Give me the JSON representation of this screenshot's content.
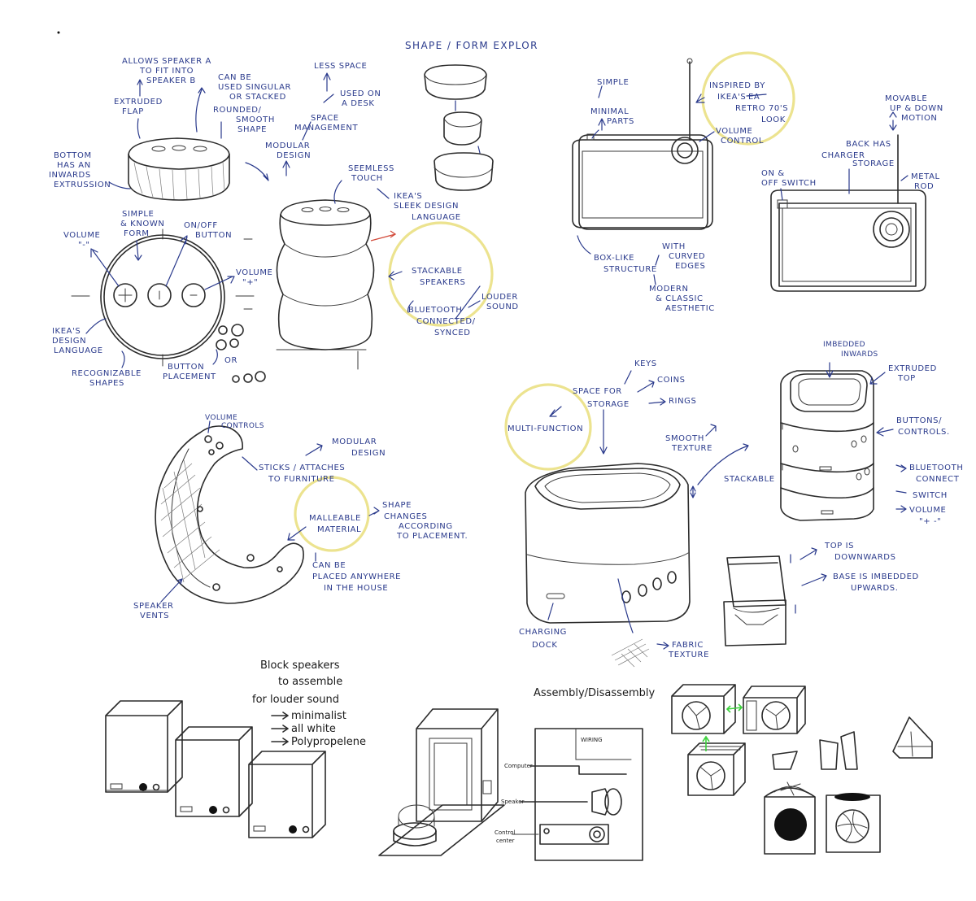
{
  "colors": {
    "ink": "#2b2b2b",
    "annotation": "#2a3a8c",
    "highlight": "#ece38f",
    "link": "#3bd13b"
  },
  "title": "SHAPE / FORM EXPLOR",
  "puck": {
    "n1": "ALLOWS SPEAKER A",
    "n2": "TO FIT INTO",
    "n3": "SPEAKER B",
    "n4": "EXTRUDED",
    "n5": "FLAP",
    "n6": "CAN BE",
    "n7": "USED SINGULAR",
    "n8": "OR STACKED",
    "n9": "ROUNDED/",
    "n10": "SMOOTH",
    "n11": "SHAPE",
    "n12": "LESS SPACE",
    "n13": "USED ON",
    "n14": "A DESK",
    "n15": "SPACE",
    "n16": "MANAGEMENT",
    "n17": "MODULAR",
    "n18": "DESIGN",
    "n19": "BOTTOM",
    "n20": "HAS AN",
    "n21": "INWARDS",
    "n22": "EXTRUSSION"
  },
  "top": {
    "n1": "SIMPLE",
    "n2": "& KNOWN",
    "n3": "FORM",
    "n4": "ON/OFF",
    "n5": "BUTTON",
    "n6": "VOLUME",
    "n7": "\"-\"",
    "n8": "VOLUME",
    "n9": "\"+\"",
    "n10": "IKEA'S",
    "n11": "DESIGN",
    "n12": "LANGUAGE",
    "n13": "RECOGNIZABLE",
    "n14": "SHAPES",
    "n15": "BUTTON",
    "n16": "PLACEMENT",
    "n17": "OR"
  },
  "stack": {
    "n1": "SEEMLESS",
    "n2": "TOUCH",
    "n3": "IKEA'S",
    "n4": "SLEEK DESIGN",
    "n5": "LANGUAGE",
    "n6": "STACKABLE",
    "n7": "SPEAKERS",
    "n8": "LOUDER",
    "n9": "SOUND",
    "n10": "BLUETOOTH",
    "n11": "CONNECTED/",
    "n12": "SYNCED"
  },
  "radio": {
    "n1": "SIMPLE",
    "n2": "MINIMAL",
    "n3": "PARTS",
    "n4": "INSPIRED BY",
    "n5": "IKEA'S",
    "n6": "EA",
    "n7": "RETRO 70'S",
    "n8": "LOOK",
    "n9": "VOLUME",
    "n10": "CONTROL",
    "n11": "BOX-LIKE",
    "n12": "STRUCTURE",
    "n13": "WITH",
    "n14": "CURVED",
    "n15": "EDGES",
    "n16": "MODERN",
    "n17": "& CLASSIC",
    "n18": "AESTHETIC",
    "n19": "MOVABLE",
    "n20": "UP & DOWN",
    "n21": "MOTION",
    "n22": "BACK HAS",
    "n23": "CHARGER",
    "n24": "STORAGE",
    "n25": "ON &",
    "n26": "OFF SWITCH",
    "n27": "METAL",
    "n28": "ROD"
  },
  "arc": {
    "n1": "VOLUME",
    "n2": "CONTROLS",
    "n3": "MODULAR",
    "n4": "DESIGN",
    "n5": "STICKS / ATTACHES",
    "n6": "TO FURNITURE",
    "n7": "MALLEABLE",
    "n8": "MATERIAL",
    "n9": "SHAPE",
    "n10": "CHANGES",
    "n11": "ACCORDING",
    "n12": "TO PLACEMENT.",
    "n13": "CAN BE",
    "n14": "PLACED ANYWHERE",
    "n15": "IN THE HOUSE",
    "n16": "SPEAKER",
    "n17": "VENTS"
  },
  "cube": {
    "n1": "KEYS",
    "n2": "SPACE FOR",
    "n3": "STORAGE",
    "n4": "COINS",
    "n5": "RINGS",
    "n6": "MULTI-FUNCTION",
    "n7": "SMOOTH",
    "n8": "TEXTURE",
    "n9": "STACKABLE",
    "n10": "CHARGING",
    "n11": "DOCK",
    "n12": "FABRIC",
    "n13": "TEXTURE"
  },
  "tower": {
    "n1": "IMBEDDED",
    "n2": "INWARDS",
    "n3": "EXTRUDED",
    "n4": "TOP",
    "n5": "BUTTONS/",
    "n6": "CONTROLS.",
    "n7": "BLUETOOTH",
    "n8": "CONNECT",
    "n9": "SWITCH",
    "n10": "VOLUME",
    "n11": "\"+ -\"",
    "n12": "TOP IS",
    "n13": "DOWNWARDS",
    "n14": "BASE IS IMBEDDED",
    "n15": "UPWARDS."
  },
  "blocks": {
    "n1": "Block speakers",
    "n2": "to assemble",
    "n3": "for louder sound",
    "n4": "minimalist",
    "n5": "all white",
    "n6": "Polypropelene"
  },
  "assembly": {
    "n1": "Assembly/Disassembly",
    "n2": "WIRING",
    "n3": "Computer",
    "n4": "Speaker",
    "n5": "Control",
    "n6": "center"
  }
}
